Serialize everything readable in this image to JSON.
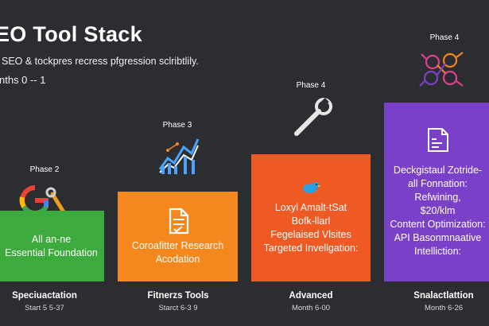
{
  "header": {
    "title": "EO Tool Stack",
    "subtitle": "SEO & tockpres recress pfgression sclribtlily.",
    "months": "nths 0 -- 1"
  },
  "phases": [
    {
      "phase_label": "Phase 2",
      "lines": [
        "All an-ne",
        "Essential Foundation"
      ],
      "footer_title": "Speciuactation",
      "footer_sub": "Start 5 5-37",
      "icon": "google-wrench-icon",
      "color": "#3daa3d"
    },
    {
      "phase_label": "Phase 3",
      "lines": [
        "Coroafitter Research",
        "Acodation"
      ],
      "footer_title": "Fitnerzs Tools",
      "footer_sub": "Starct 6-3 9",
      "icon": "growth-chart-icon",
      "color": "#f4881e"
    },
    {
      "phase_label": "Phase 4",
      "lines": [
        "Loxyl Amalt-tSat",
        "Bofk-llarl",
        "Fegelaised Vlsites",
        "Targeted Invellgation:"
      ],
      "footer_title": "Advanced",
      "footer_sub": "Month 6-00",
      "icon": "wrench-icon",
      "color": "#ef5a24"
    },
    {
      "phase_label": "Phase 4",
      "lines": [
        "Deckgistaul Zotride-",
        "all Fonnation:",
        "Refwining,",
        "$20/klm",
        "Content Optimization:",
        "API Basonmnaative",
        "Intelliction:"
      ],
      "footer_title": "Snalactlattion",
      "footer_sub": "Month 6-26",
      "icon": "neural-network-icon",
      "color": "#7a41c8"
    }
  ]
}
